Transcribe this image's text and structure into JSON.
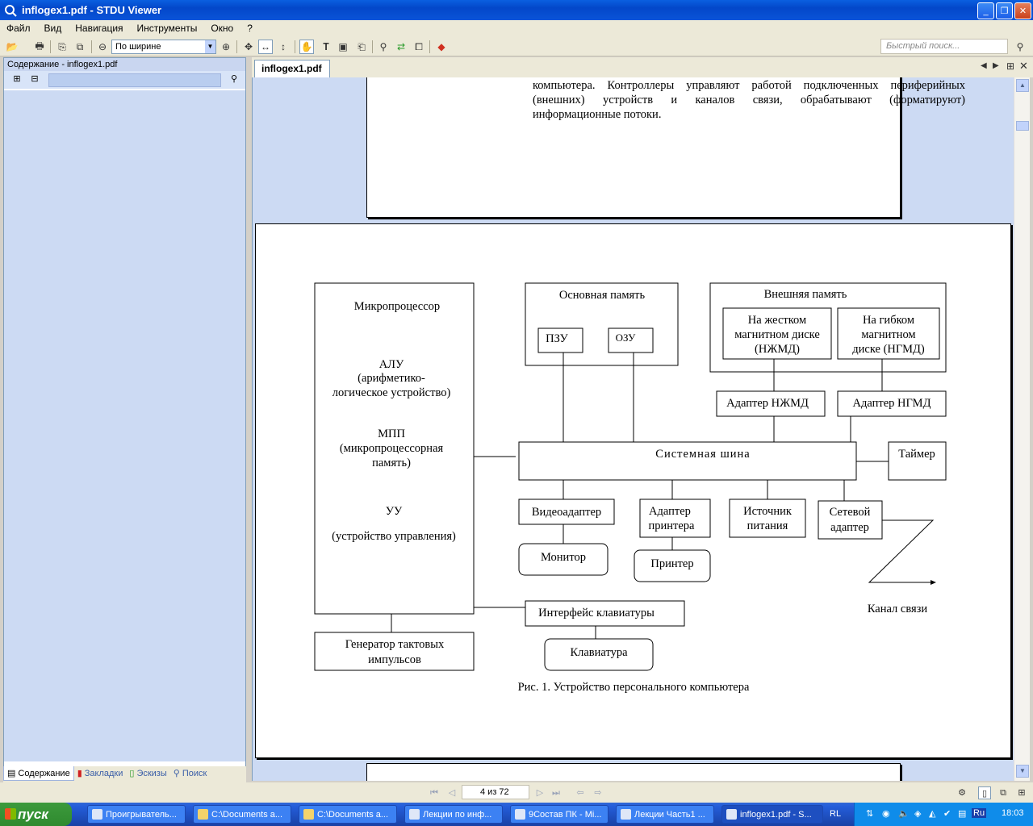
{
  "window": {
    "title": "inflogex1.pdf - STDU Viewer"
  },
  "menu": [
    "Файл",
    "Вид",
    "Навигация",
    "Инструменты",
    "Окно",
    "?"
  ],
  "toolbar": {
    "zoom_value": "По ширине",
    "quick_search_placeholder": "Быстрый поиск..."
  },
  "left_panel": {
    "header": "Содержание - inflogex1.pdf",
    "tabs": [
      "Содержание",
      "Закладки",
      "Эскизы",
      "Поиск"
    ]
  },
  "document": {
    "tab_label": "inflogex1.pdf",
    "prev_page_text": "компьютера. Контроллеры управляют работой подключенных периферийных (внешних) устройств и каналов связи, обрабатывают (форматируют) информационные потоки.",
    "diagram": {
      "cpu_title": "Микропроцессор",
      "alu": [
        "АЛУ",
        "(арифметико-",
        "логическое устройство)"
      ],
      "mpp": [
        "МПП",
        "(микропроцессорная",
        "память)"
      ],
      "uu": [
        "УУ",
        "(устройство управления)"
      ],
      "main_memory": "Основная память",
      "rom": "ПЗУ",
      "ram": "ОЗУ",
      "external_memory": "Внешняя память",
      "hdd": [
        "На жестком",
        "магнитном диске",
        "(НЖМД)"
      ],
      "fdd": [
        "На гибком",
        "магнитном",
        "диске (НГМД)"
      ],
      "hdd_adapter": "Адаптер НЖМД",
      "fdd_adapter": "Адаптер НГМД",
      "system_bus": "Системная шина",
      "timer": "Таймер",
      "video_adapter": "Видеоадаптер",
      "printer_adapter": [
        "Адаптер",
        "принтера"
      ],
      "power_source": [
        "Источник",
        "питания"
      ],
      "network_adapter": [
        "Сетевой",
        "адаптер"
      ],
      "monitor": "Монитор",
      "printer": "Принтер",
      "comm_channel": "Канал связи",
      "keyboard_interface": "Интерфейс клавиатуры",
      "keyboard": "Клавиатура",
      "clock_generator": [
        "Генератор тактовых",
        "импульсов"
      ],
      "caption": "Рис. 1. Устройство персонального компьютера"
    }
  },
  "navigation": {
    "page_indicator": "4 из 72"
  },
  "taskbar": {
    "start": "пуск",
    "tasks": [
      "Проигрыватель...",
      "C:\\Documents a...",
      "C:\\Documents a...",
      "Лекции по инф...",
      "9Состав ПК - Mi...",
      "Лекции Часть1 ...",
      "inflogex1.pdf - S..."
    ],
    "lang": "RL",
    "lang2": "Ru",
    "clock": "18:03"
  }
}
